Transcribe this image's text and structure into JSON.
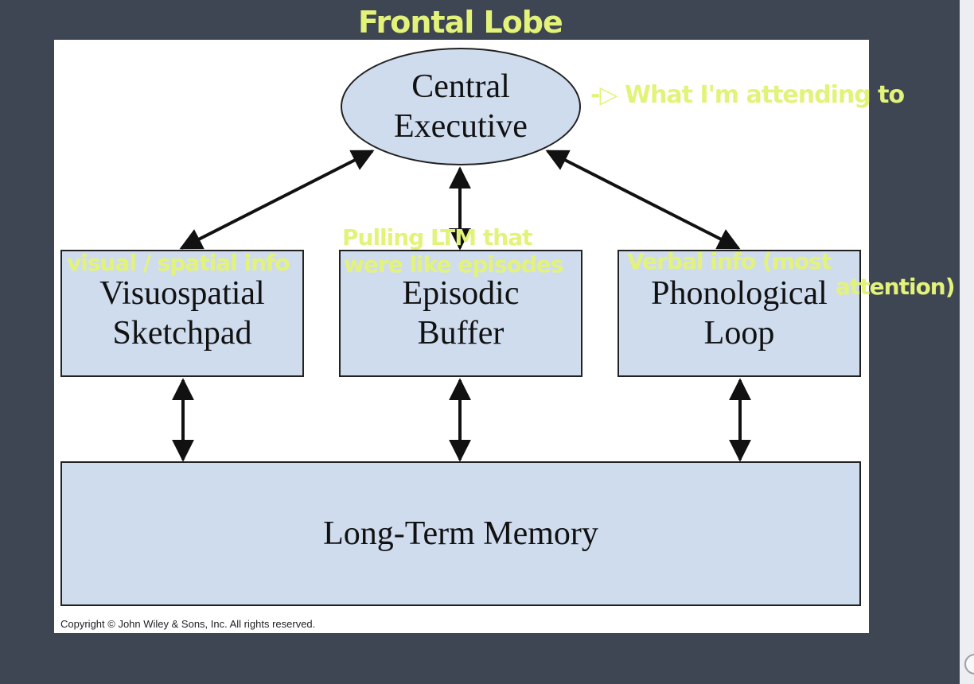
{
  "diagram": {
    "central_executive": [
      "Central",
      "Executive"
    ],
    "visuospatial": [
      "Visuospatial",
      "Sketchpad"
    ],
    "episodic": [
      "Episodic",
      "Buffer"
    ],
    "phonological": [
      "Phonological",
      "Loop"
    ],
    "long_term_memory": "Long-Term Memory",
    "copyright": "Copyright © John Wiley & Sons, Inc. All rights reserved."
  },
  "annotations": {
    "frontal_lobe": "Frontal Lobe",
    "attending": "-▷ What I'm attending to",
    "visual_spatial": "visual / spatial info",
    "episodic_note_1": "Pulling LTM that",
    "episodic_note_2": "were like episodes",
    "verbal_1": "Verbal info (most",
    "verbal_2": "attention)"
  },
  "colors": {
    "box_fill": "#cfdcee",
    "annotation": "#e3f37a",
    "background": "#3f4653"
  }
}
